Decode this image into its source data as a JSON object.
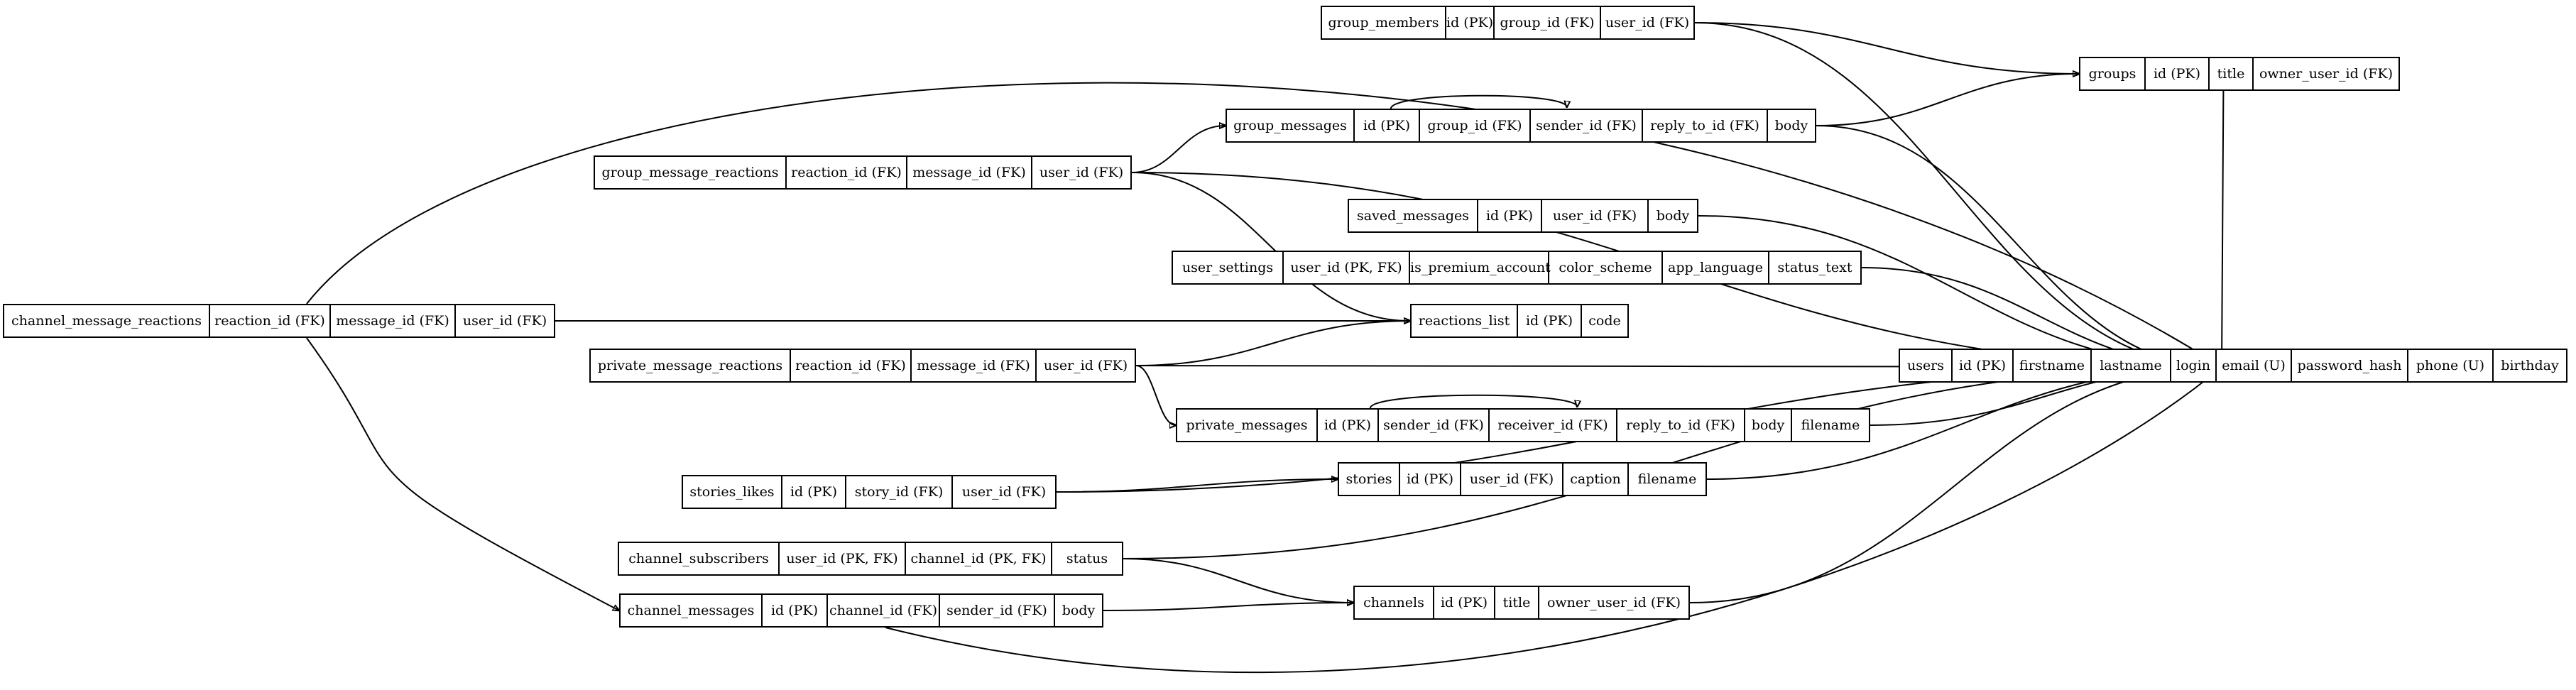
{
  "tables": [
    {
      "key": "group_members",
      "columns": [
        "group_members",
        "id (PK)",
        "group_id (FK)",
        "user_id (FK)"
      ]
    },
    {
      "key": "groups",
      "columns": [
        "groups",
        "id (PK)",
        "title",
        "owner_user_id (FK)"
      ]
    },
    {
      "key": "group_messages",
      "columns": [
        "group_messages",
        "id (PK)",
        "group_id (FK)",
        "sender_id (FK)",
        "reply_to_id (FK)",
        "body"
      ]
    },
    {
      "key": "group_message_reactions",
      "columns": [
        "group_message_reactions",
        "reaction_id (FK)",
        "message_id (FK)",
        "user_id (FK)"
      ]
    },
    {
      "key": "saved_messages",
      "columns": [
        "saved_messages",
        "id (PK)",
        "user_id (FK)",
        "body"
      ]
    },
    {
      "key": "user_settings",
      "columns": [
        "user_settings",
        "user_id (PK, FK)",
        "is_premium_account",
        "color_scheme",
        "app_language",
        "status_text"
      ]
    },
    {
      "key": "channel_message_reactions",
      "columns": [
        "channel_message_reactions",
        "reaction_id (FK)",
        "message_id (FK)",
        "user_id (FK)"
      ]
    },
    {
      "key": "reactions_list",
      "columns": [
        "reactions_list",
        "id (PK)",
        "code"
      ]
    },
    {
      "key": "private_message_reactions",
      "columns": [
        "private_message_reactions",
        "reaction_id (FK)",
        "message_id (FK)",
        "user_id (FK)"
      ]
    },
    {
      "key": "users",
      "columns": [
        "users",
        "id (PK)",
        "firstname",
        "lastname",
        "login",
        "email (U)",
        "password_hash",
        "phone (U)",
        "birthday"
      ]
    },
    {
      "key": "private_messages",
      "columns": [
        "private_messages",
        "id (PK)",
        "sender_id (FK)",
        "receiver_id (FK)",
        "reply_to_id (FK)",
        "body",
        "filename"
      ]
    },
    {
      "key": "stories_likes",
      "columns": [
        "stories_likes",
        "id (PK)",
        "story_id (FK)",
        "user_id (FK)"
      ]
    },
    {
      "key": "stories",
      "columns": [
        "stories",
        "id (PK)",
        "user_id (FK)",
        "caption",
        "filename"
      ]
    },
    {
      "key": "channel_subscribers",
      "columns": [
        "channel_subscribers",
        "user_id (PK, FK)",
        "channel_id (PK, FK)",
        "status"
      ]
    },
    {
      "key": "channel_messages",
      "columns": [
        "channel_messages",
        "id (PK)",
        "channel_id (FK)",
        "sender_id (FK)",
        "body"
      ]
    },
    {
      "key": "channels",
      "columns": [
        "channels",
        "id (PK)",
        "title",
        "owner_user_id (FK)"
      ]
    }
  ],
  "relationships": [
    {
      "from": "group_members",
      "to": "groups"
    },
    {
      "from": "group_members",
      "to": "users"
    },
    {
      "from": "group_messages",
      "to": "groups"
    },
    {
      "from": "group_messages",
      "to": "group_messages"
    },
    {
      "from": "group_messages",
      "to": "users"
    },
    {
      "from": "group_message_reactions",
      "to": "group_messages"
    },
    {
      "from": "group_message_reactions",
      "to": "reactions_list"
    },
    {
      "from": "group_message_reactions",
      "to": "users"
    },
    {
      "from": "saved_messages",
      "to": "users"
    },
    {
      "from": "user_settings",
      "to": "users"
    },
    {
      "from": "channel_message_reactions",
      "to": "users"
    },
    {
      "from": "channel_message_reactions",
      "to": "reactions_list"
    },
    {
      "from": "channel_message_reactions",
      "to": "channel_messages"
    },
    {
      "from": "private_message_reactions",
      "to": "reactions_list"
    },
    {
      "from": "private_message_reactions",
      "to": "users"
    },
    {
      "from": "private_message_reactions",
      "to": "private_messages"
    },
    {
      "from": "private_messages",
      "to": "private_messages"
    },
    {
      "from": "private_messages",
      "to": "users"
    },
    {
      "from": "stories_likes",
      "to": "stories"
    },
    {
      "from": "stories_likes",
      "to": "users"
    },
    {
      "from": "stories",
      "to": "users"
    },
    {
      "from": "channel_subscribers",
      "to": "users"
    },
    {
      "from": "channel_subscribers",
      "to": "channels"
    },
    {
      "from": "channel_messages",
      "to": "channels"
    },
    {
      "from": "channel_messages",
      "to": "users"
    },
    {
      "from": "groups",
      "to": "users"
    },
    {
      "from": "channels",
      "to": "users"
    }
  ]
}
